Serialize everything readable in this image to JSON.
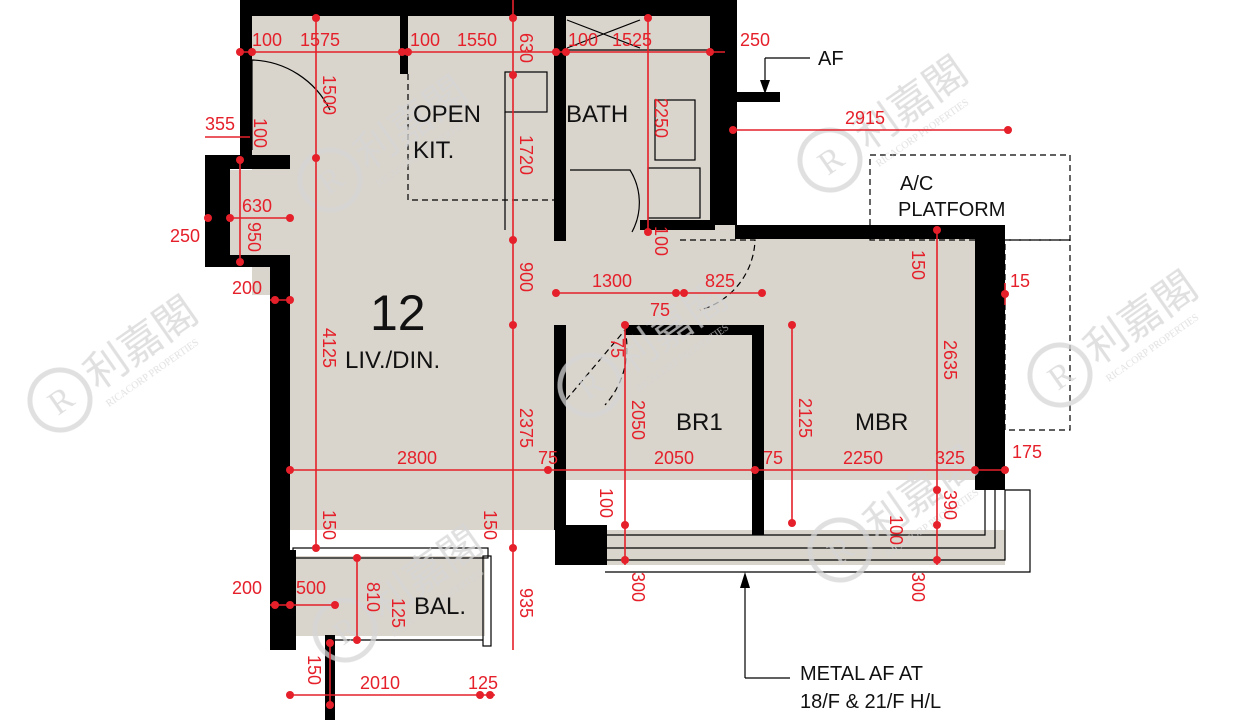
{
  "rooms": {
    "open_kit": [
      "OPEN",
      "KIT."
    ],
    "bath": "BATH",
    "liv_number": "12",
    "liv_din": "LIV./DIN.",
    "br1": "BR1",
    "mbr": "MBR",
    "bal": "BAL.",
    "ac_platform": [
      "A/C",
      "PLATFORM"
    ]
  },
  "notes": {
    "af": "AF",
    "metal_af": [
      "METAL AF AT",
      "18/F & 21/F H/L"
    ]
  },
  "watermark": {
    "brand_cn": "利嘉閣",
    "brand_en": "RICACORP PROPERTIES",
    "logo_letter": "R"
  },
  "dimensions": {
    "top_row": [
      "100",
      "1575",
      "100",
      "1550",
      "630",
      "100",
      "1525",
      "250"
    ],
    "left_side": [
      "355",
      "100",
      "630",
      "250",
      "950",
      "200",
      "200",
      "500"
    ],
    "liv_height": [
      "1500",
      "4125",
      "150"
    ],
    "kitchen_col": [
      "1720",
      "900",
      "2375",
      "150",
      "935"
    ],
    "bath_col": [
      "2250",
      "100"
    ],
    "ac_width": "2915",
    "door_row": [
      "1300",
      "825",
      "75",
      "75"
    ],
    "mbr_side": [
      "150",
      "15",
      "2635",
      "175"
    ],
    "mid_row": [
      "2800",
      "75",
      "2050",
      "75",
      "2250",
      "325"
    ],
    "br1_height": [
      "2050",
      "2125"
    ],
    "bottom_row": [
      "100",
      "300",
      "390",
      "100",
      "300"
    ],
    "balcony": [
      "810",
      "125",
      "150",
      "2010",
      "125"
    ]
  },
  "colors": {
    "floor": "#d9d4cc",
    "wall": "#000000",
    "dimension": "#e5202a",
    "watermark": "#d6d6d6"
  }
}
